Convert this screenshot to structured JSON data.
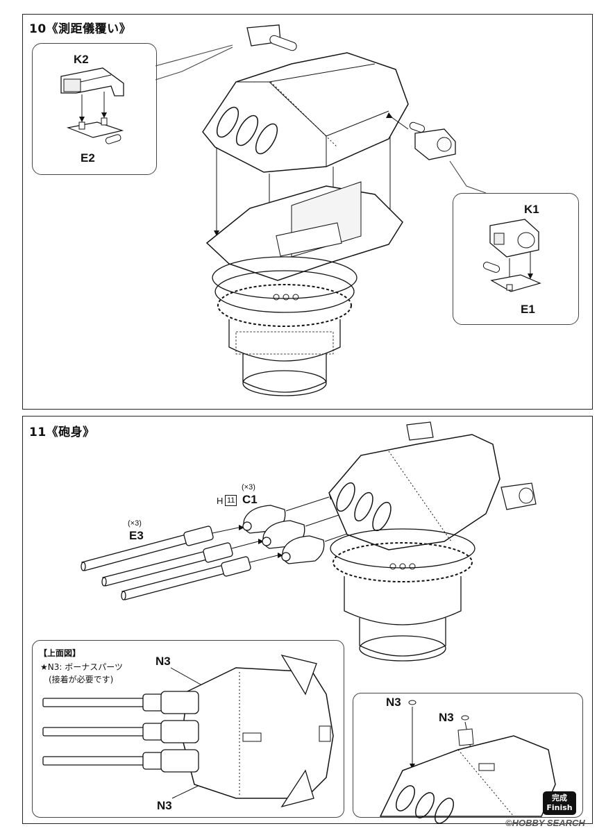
{
  "step10": {
    "number": "10",
    "title": "《測距儀覆い》",
    "parts": {
      "k2": "K2",
      "e2": "E2",
      "k1": "K1",
      "e1": "E1"
    }
  },
  "step11": {
    "number": "11",
    "title": "《砲身》",
    "parts": {
      "c1_prefix": "H",
      "c1_box": "11",
      "c1": "C1",
      "c1_qty": "(×3)",
      "e3": "E3",
      "e3_qty": "(×3)",
      "n3_a": "N3",
      "n3_b": "N3",
      "n3_c": "N3",
      "n3_d": "N3"
    },
    "top_view": {
      "title": "【上面図】",
      "note_line1": "★N3: ボーナスパーツ",
      "note_line2": "(接着が必要です)"
    },
    "finish": {
      "jp": "完成",
      "en": "Finish"
    }
  },
  "watermark": "©HOBBY SEARCH"
}
